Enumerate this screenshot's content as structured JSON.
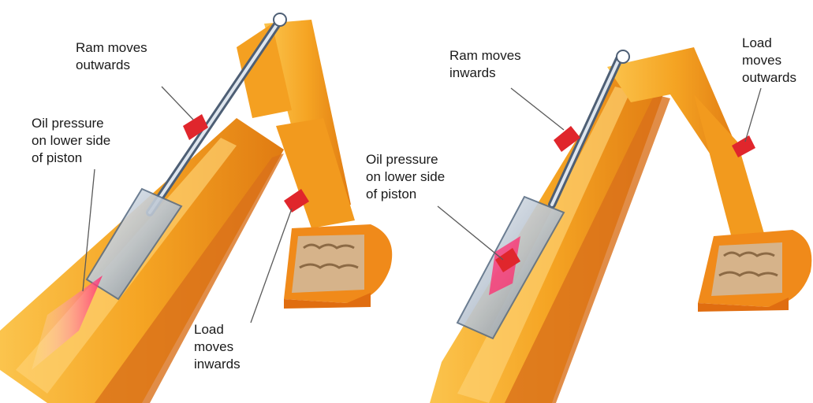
{
  "labels": {
    "left_ram": "Ram moves\noutwards",
    "left_oil": "Oil pressure\non lower side\nof piston",
    "left_load": "Load\nmoves\ninwards",
    "right_ram": "Ram moves\ninwards",
    "right_load": "Load\nmoves\noutwards",
    "right_oil": "Oil pressure\non lower side\nof piston"
  },
  "colors": {
    "arm_light": "#f9b233",
    "arm_mid": "#f39a1c",
    "arm_dark": "#e07b12",
    "arm_shadow": "#c9640e",
    "cylinder_steel": "#5c6f86",
    "cylinder_light": "#cfd8e2",
    "bucket_lip": "#e8741a",
    "soil": "#b48a5a",
    "arrow_red": "#e0262c",
    "pointer_gray": "#6b6b6b"
  }
}
